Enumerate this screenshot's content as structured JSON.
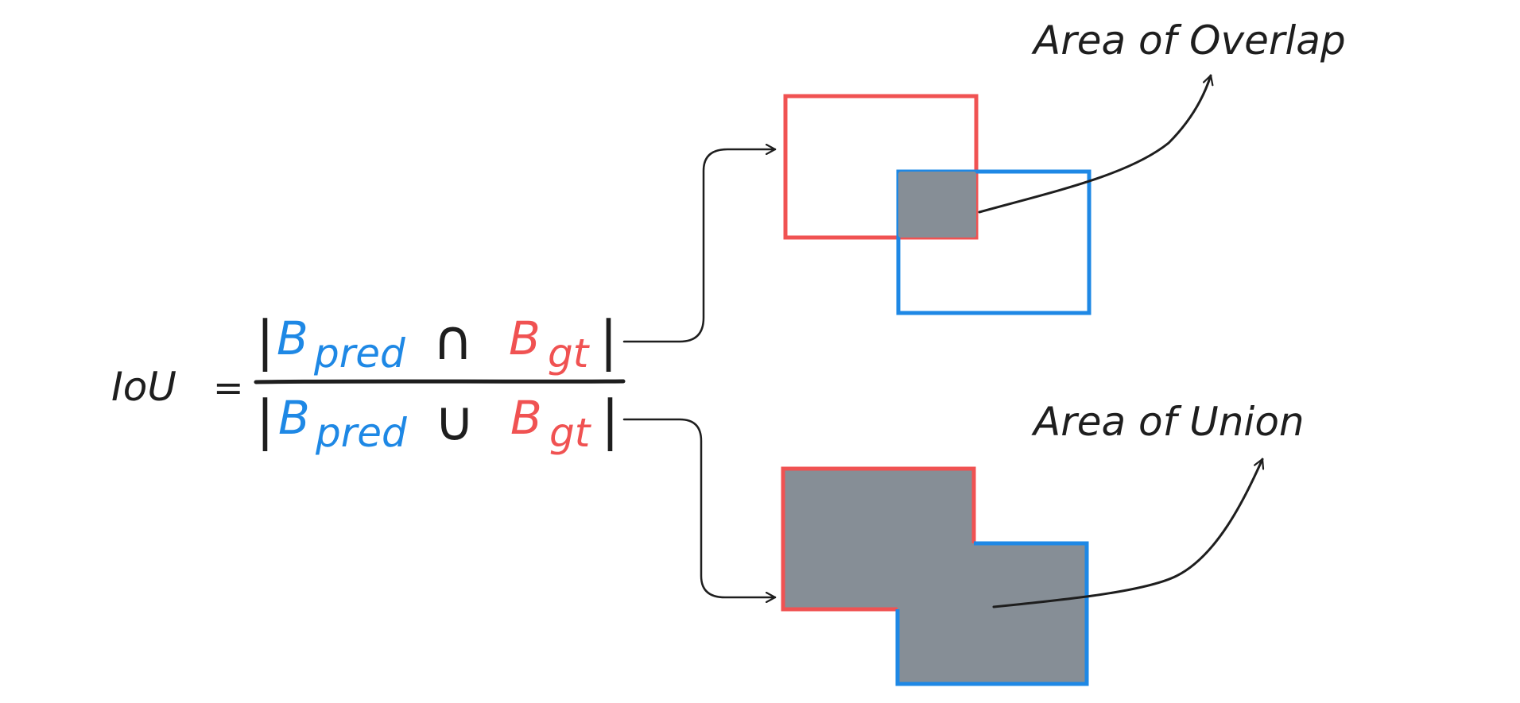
{
  "formula": {
    "lhs": "IoU",
    "equals": "=",
    "bar_left": "|",
    "bar_right": "|",
    "b_letter": "B",
    "pred_sub": "pred",
    "gt_sub": "gt",
    "intersect_op": "∩",
    "union_op": "∪"
  },
  "labels": {
    "overlap": "Area of Overlap",
    "union": "Area of Union"
  },
  "colors": {
    "pred": "#1e88e5",
    "gt": "#f05252",
    "fill": "#868e96",
    "ink": "#1e1e1e"
  }
}
